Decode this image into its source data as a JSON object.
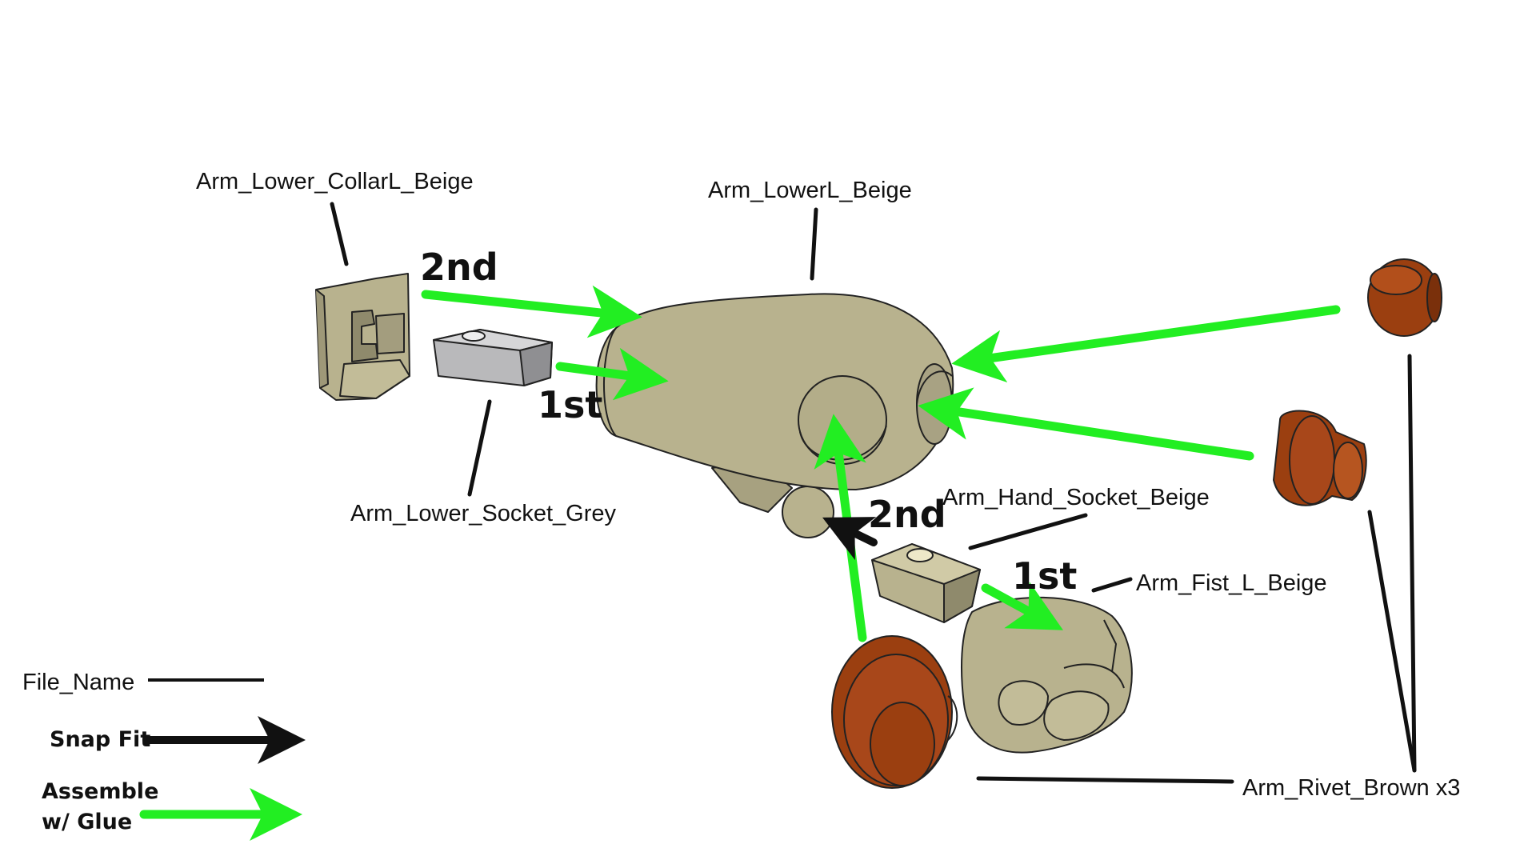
{
  "parts": {
    "collar": "Arm_Lower_CollarL_Beige",
    "lower_arm": "Arm_LowerL_Beige",
    "lower_socket": "Arm_Lower_Socket_Grey",
    "hand_socket": "Arm_Hand_Socket_Beige",
    "fist": "Arm_Fist_L_Beige",
    "rivet": "Arm_Rivet_Brown x3"
  },
  "steps": {
    "collar_step": "2nd",
    "socket_step": "1st",
    "hand_socket_step": "2nd",
    "fist_step": "1st"
  },
  "legend": {
    "file_name": "File_Name",
    "snap_fit": "Snap Fit",
    "assemble_line1": "Assemble",
    "assemble_line2": "w/ Glue"
  },
  "colors": {
    "beige": "#b8b28e",
    "grey": "#b9b9bb",
    "brown": "#9b3f10",
    "glue_arrow": "#22ee22",
    "snap_arrow": "#111111"
  }
}
